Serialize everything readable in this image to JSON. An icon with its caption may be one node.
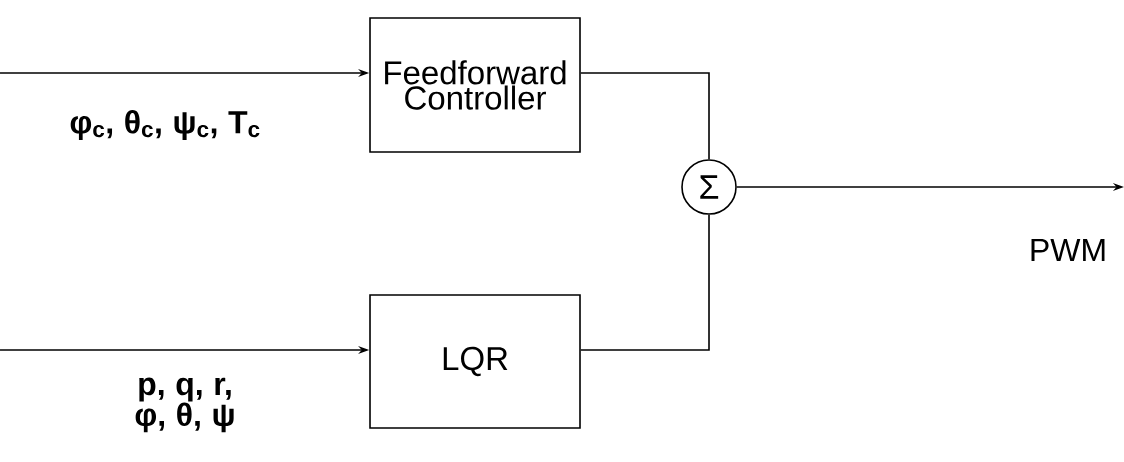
{
  "diagram": {
    "nodes": [
      {
        "text": [
          "Feedforward Controller"
        ]
      },
      {
        "text": [
          "LQR"
        ]
      },
      {
        "text": [
          "Σ"
        ]
      }
    ],
    "edges": [
      {
        "from": null,
        "to": 0,
        "arrow": "to",
        "label": "φ$_{c}$, θ$_{c}$, ψ$_{c}$, T$_{c}$"
      },
      {
        "from": null,
        "to": 1,
        "arrow": "to",
        "label": "p, q, r, φ, θ, ψ"
      },
      {
        "from": 0,
        "to": 2,
        "arrow": "none"
      },
      {
        "from": 1,
        "to": 2,
        "arrow": "none"
      },
      {
        "from": 2,
        "to": null,
        "arrow": "to",
        "label": "PWM"
      }
    ]
  }
}
